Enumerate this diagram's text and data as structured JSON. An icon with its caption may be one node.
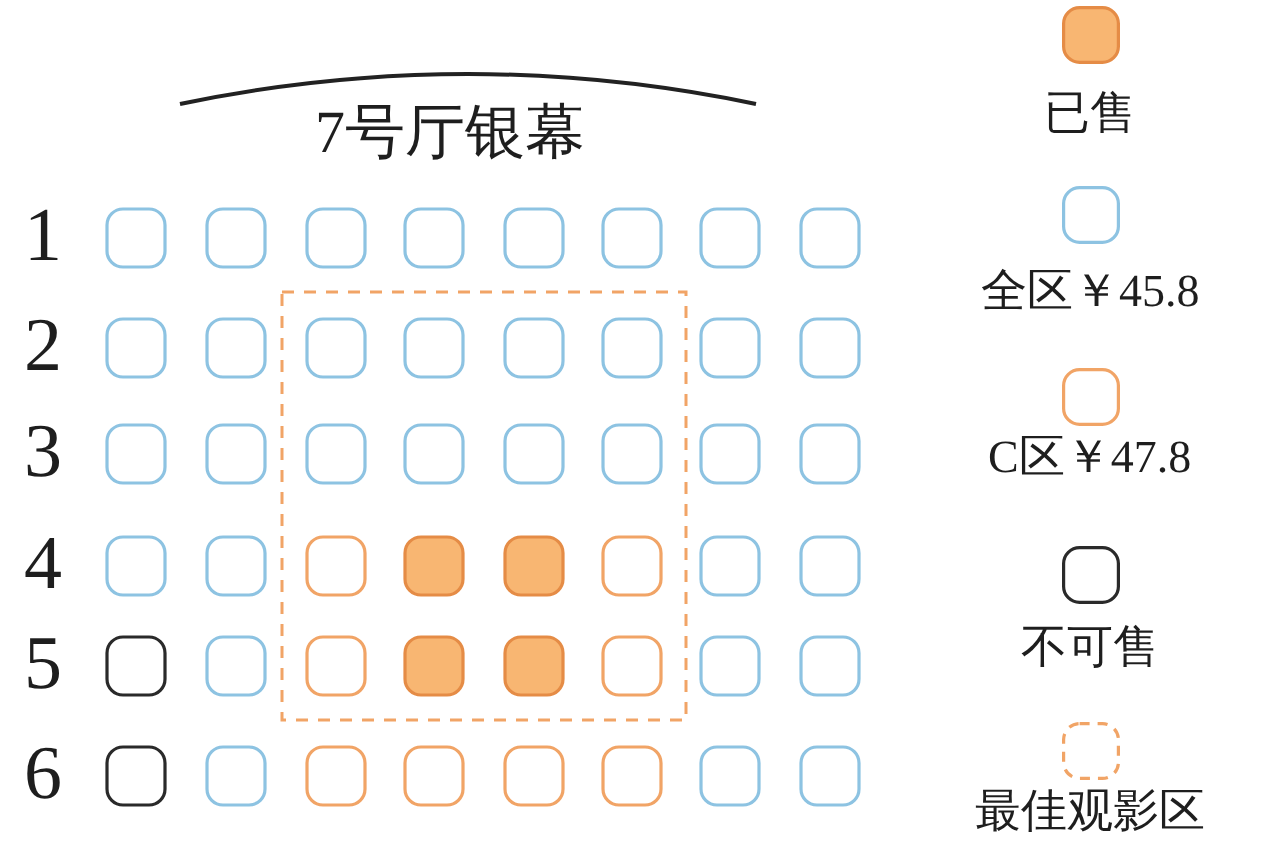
{
  "diagram": {
    "labels": [
      "7号厅银幕",
      "1",
      "2",
      "3",
      "4",
      "5",
      "6"
    ],
    "legend": [
      {
        "text": "已售",
        "color": "#f8b672"
      },
      {
        "text": "全区￥45.8"
      },
      {
        "text": "C区￥47.8"
      },
      {
        "text": "不可售"
      },
      {
        "text": "最佳观影区"
      }
    ]
  }
}
